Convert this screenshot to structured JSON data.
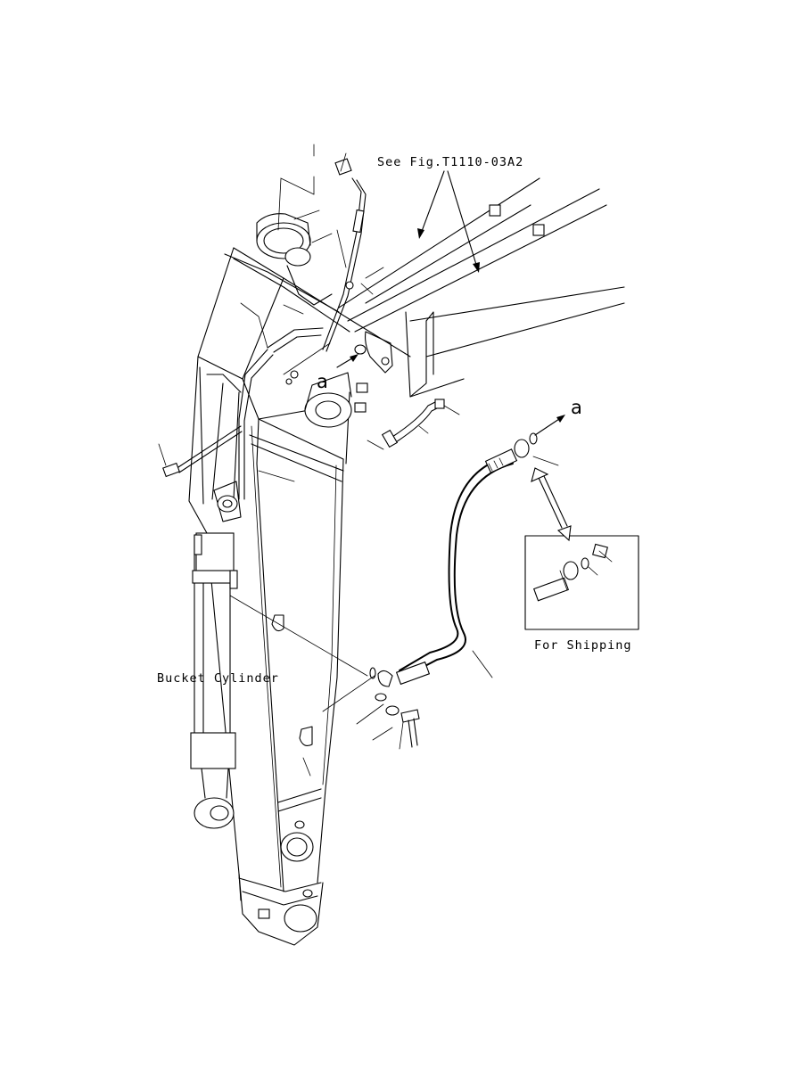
{
  "labels": {
    "see_fig": "See Fig.T1110-03A2",
    "bucket_cylinder": "Bucket Cylinder",
    "for_shipping": "For Shipping",
    "ref_a_upper": "a",
    "ref_a_left": "a"
  }
}
